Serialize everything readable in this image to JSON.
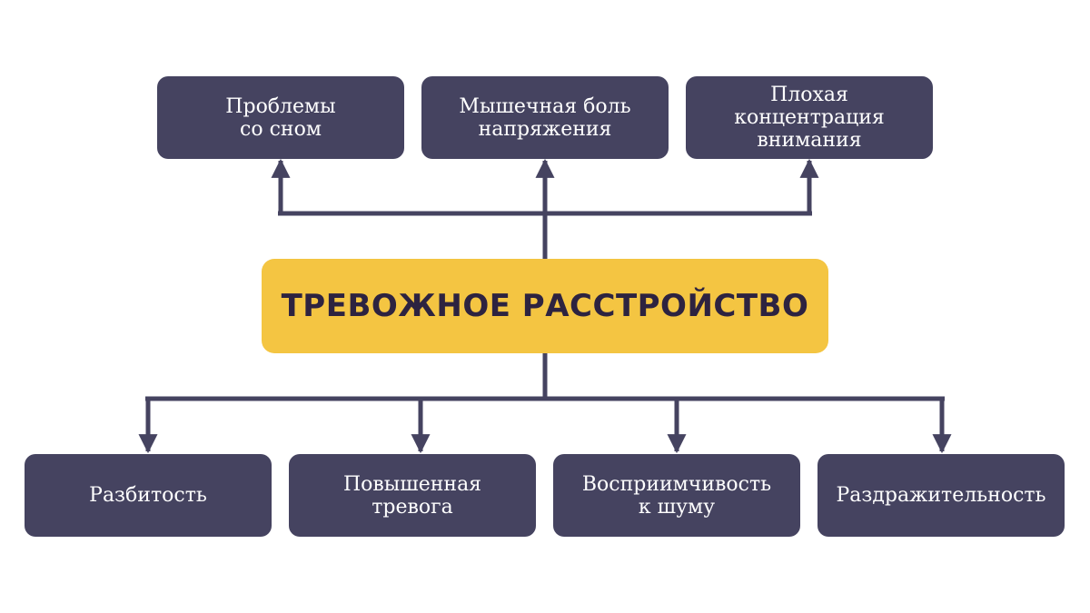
{
  "diagram": {
    "center": {
      "label": "ТРЕВОЖНОЕ РАССТРОЙСТВО"
    },
    "top_nodes": [
      {
        "label": "Проблемы\nсо сном"
      },
      {
        "label": "Мышечная боль\nнапряжения"
      },
      {
        "label": "Плохая\nконцентрация\nвнимания"
      }
    ],
    "bottom_nodes": [
      {
        "label": "Разбитость"
      },
      {
        "label": "Повышенная\nтревога"
      },
      {
        "label": "Восприимчивость\nк шуму"
      },
      {
        "label": "Раздражительность"
      }
    ],
    "edges": [
      {
        "from": "center",
        "to": "top_nodes.0"
      },
      {
        "from": "center",
        "to": "top_nodes.1"
      },
      {
        "from": "center",
        "to": "top_nodes.2"
      },
      {
        "from": "center",
        "to": "bottom_nodes.0"
      },
      {
        "from": "center",
        "to": "bottom_nodes.1"
      },
      {
        "from": "center",
        "to": "bottom_nodes.2"
      },
      {
        "from": "center",
        "to": "bottom_nodes.3"
      }
    ],
    "colors": {
      "node_fill": "#454360",
      "node_text": "#ffffff",
      "center_fill": "#f4c542",
      "center_text": "#2d2340",
      "connector": "#454360"
    }
  }
}
